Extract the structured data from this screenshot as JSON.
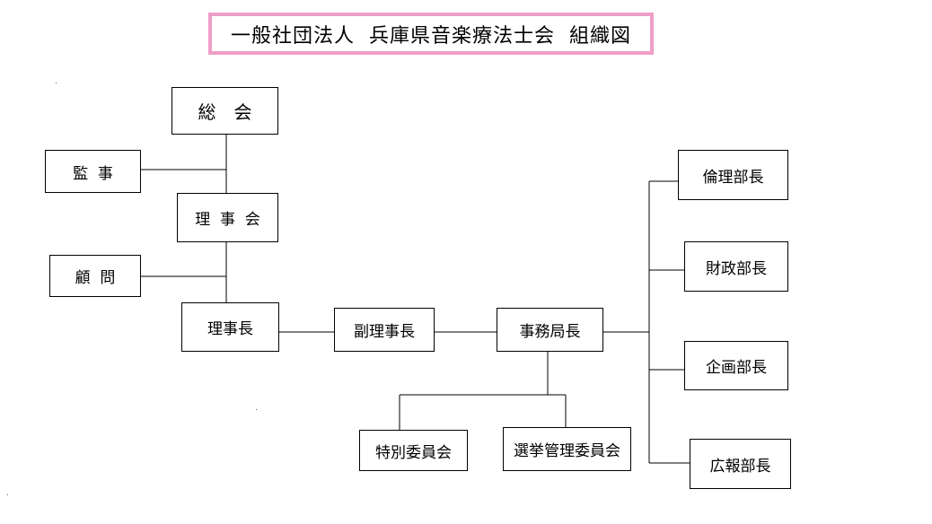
{
  "title": "一般社団法人  兵庫県音楽療法士会  組織図",
  "nodes": {
    "general_assembly": "総　会",
    "auditor": "監  事",
    "board": "理  事  会",
    "advisor": "顧  問",
    "chairman": "理事長",
    "vice_chairman": "副理事長",
    "secretary_general": "事務局長",
    "special_committee": "特別委員会",
    "election_committee": "選挙管理委員会",
    "ethics_director": "倫理部長",
    "finance_director": "財政部長",
    "planning_director": "企画部長",
    "pr_director": "広報部長"
  },
  "colors": {
    "title_border": "#ee9ec6",
    "line": "#000000"
  }
}
